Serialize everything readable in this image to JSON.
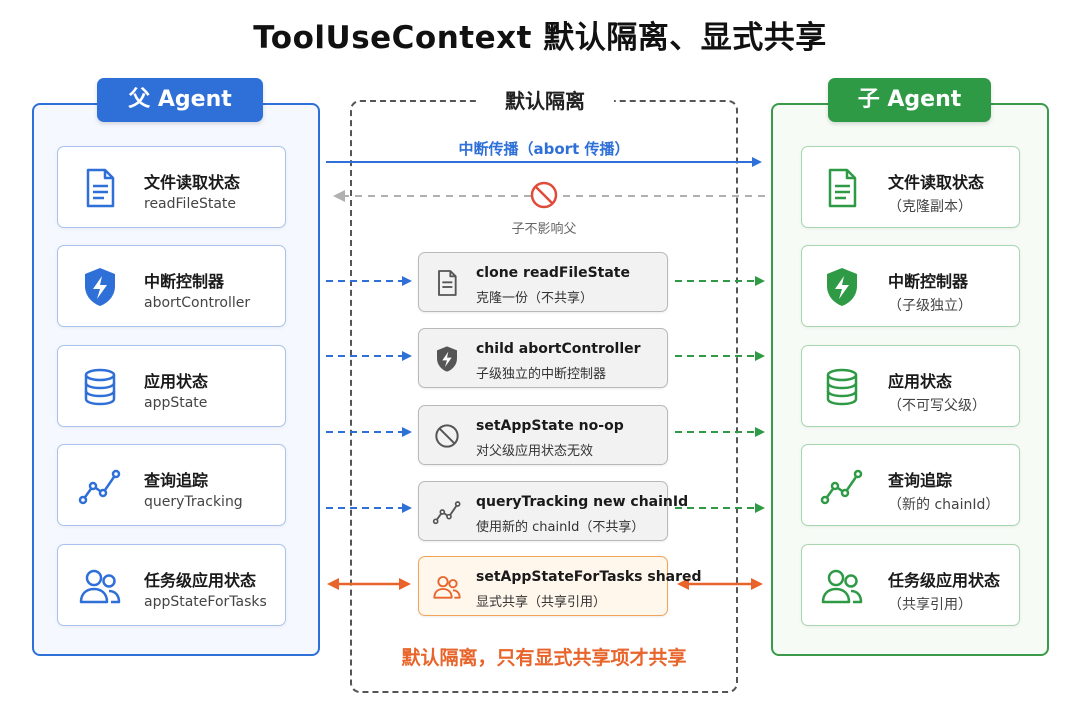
{
  "title": "ToolUseContext 默认隔离、显式共享",
  "parent": {
    "header": "父 Agent"
  },
  "child": {
    "header": "子 Agent"
  },
  "isolation": {
    "title": "默认隔离",
    "abort_label": "中断传播（abort 传播）",
    "no_affect_label": "子不影响父",
    "footer": "默认隔离，只有显式共享项才共享"
  },
  "parent_cards": [
    {
      "title": "文件读取状态",
      "sub": "readFileState",
      "icon": "document-icon"
    },
    {
      "title": "中断控制器",
      "sub": "abortController",
      "icon": "shield-bolt-icon"
    },
    {
      "title": "应用状态",
      "sub": "appState",
      "icon": "database-icon"
    },
    {
      "title": "查询追踪",
      "sub": "queryTracking",
      "icon": "trend-icon"
    },
    {
      "title": "任务级应用状态",
      "sub": "appStateForTasks",
      "icon": "users-icon"
    }
  ],
  "middle_cards": [
    {
      "title": "clone readFileState",
      "sub": "克隆一份（不共享）",
      "icon": "document-icon"
    },
    {
      "title": "child abortController",
      "sub": "子级独立的中断控制器",
      "icon": "shield-bolt-icon"
    },
    {
      "title": "setAppState no-op",
      "sub": "对父级应用状态无效",
      "icon": "prohibited-icon"
    },
    {
      "title": "queryTracking new chainId",
      "sub": "使用新的 chainId（不共享）",
      "icon": "trend-icon"
    },
    {
      "title": "setAppStateForTasks shared",
      "sub": "显式共享（共享引用）",
      "icon": "users-icon"
    }
  ],
  "child_cards": [
    {
      "title": "文件读取状态",
      "sub": "（克隆副本）",
      "icon": "document-icon"
    },
    {
      "title": "中断控制器",
      "sub": "（子级独立）",
      "icon": "shield-bolt-icon"
    },
    {
      "title": "应用状态",
      "sub": "（不可写父级）",
      "icon": "database-icon"
    },
    {
      "title": "查询追踪",
      "sub": "（新的 chainId）",
      "icon": "trend-icon"
    },
    {
      "title": "任务级应用状态",
      "sub": "（共享引用）",
      "icon": "users-icon"
    }
  ],
  "colors": {
    "parent": "#2e6fd8",
    "child": "#2f9a45",
    "shared": "#e8642a",
    "neutral": "#555555",
    "blocked": "#e04b3a"
  }
}
